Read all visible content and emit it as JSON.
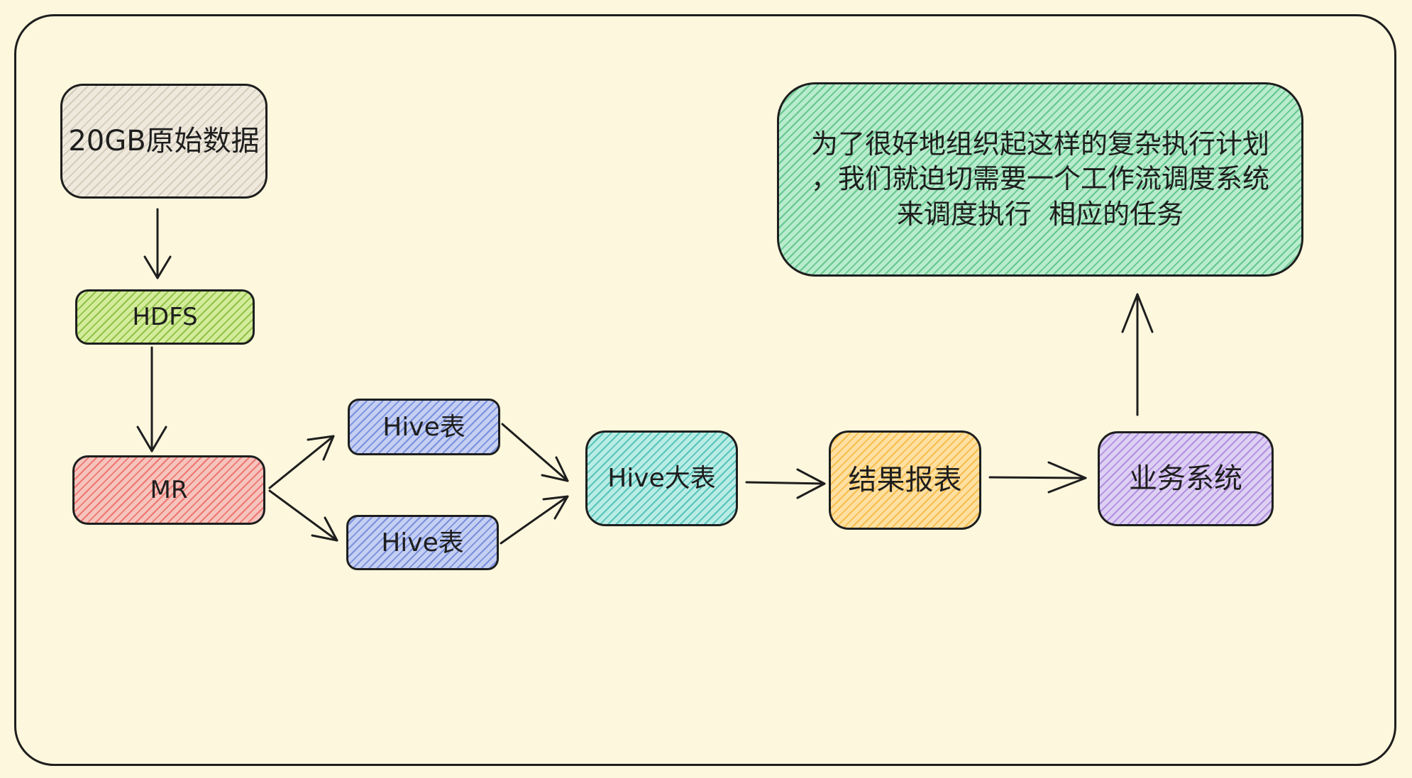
{
  "nodes": {
    "raw_data": "20GB原始数据",
    "hdfs": "HDFS",
    "mr": "MR",
    "hive_table_1": "Hive表",
    "hive_table_2": "Hive表",
    "hive_big_table": "Hive大表",
    "result_report": "结果报表",
    "business_system": "业务系统"
  },
  "note": {
    "line1": "为了很好地组织起这样的复杂执行计划",
    "line2": "，我们就迫切需要一个工作流调度系统",
    "line3": "来调度执行  相应的任务"
  },
  "colors": {
    "background": "#fdf7dd",
    "stroke": "#1e1e1e",
    "raw_data": "#efe9dd",
    "hdfs": "#d3ec9a",
    "mr": "#f6c3bd",
    "hive_table": "#c5cff2",
    "hive_big_table": "#b9ece4",
    "result_report": "#fde0a2",
    "business_system": "#ddd0f3",
    "note": "#b9ebcd"
  }
}
